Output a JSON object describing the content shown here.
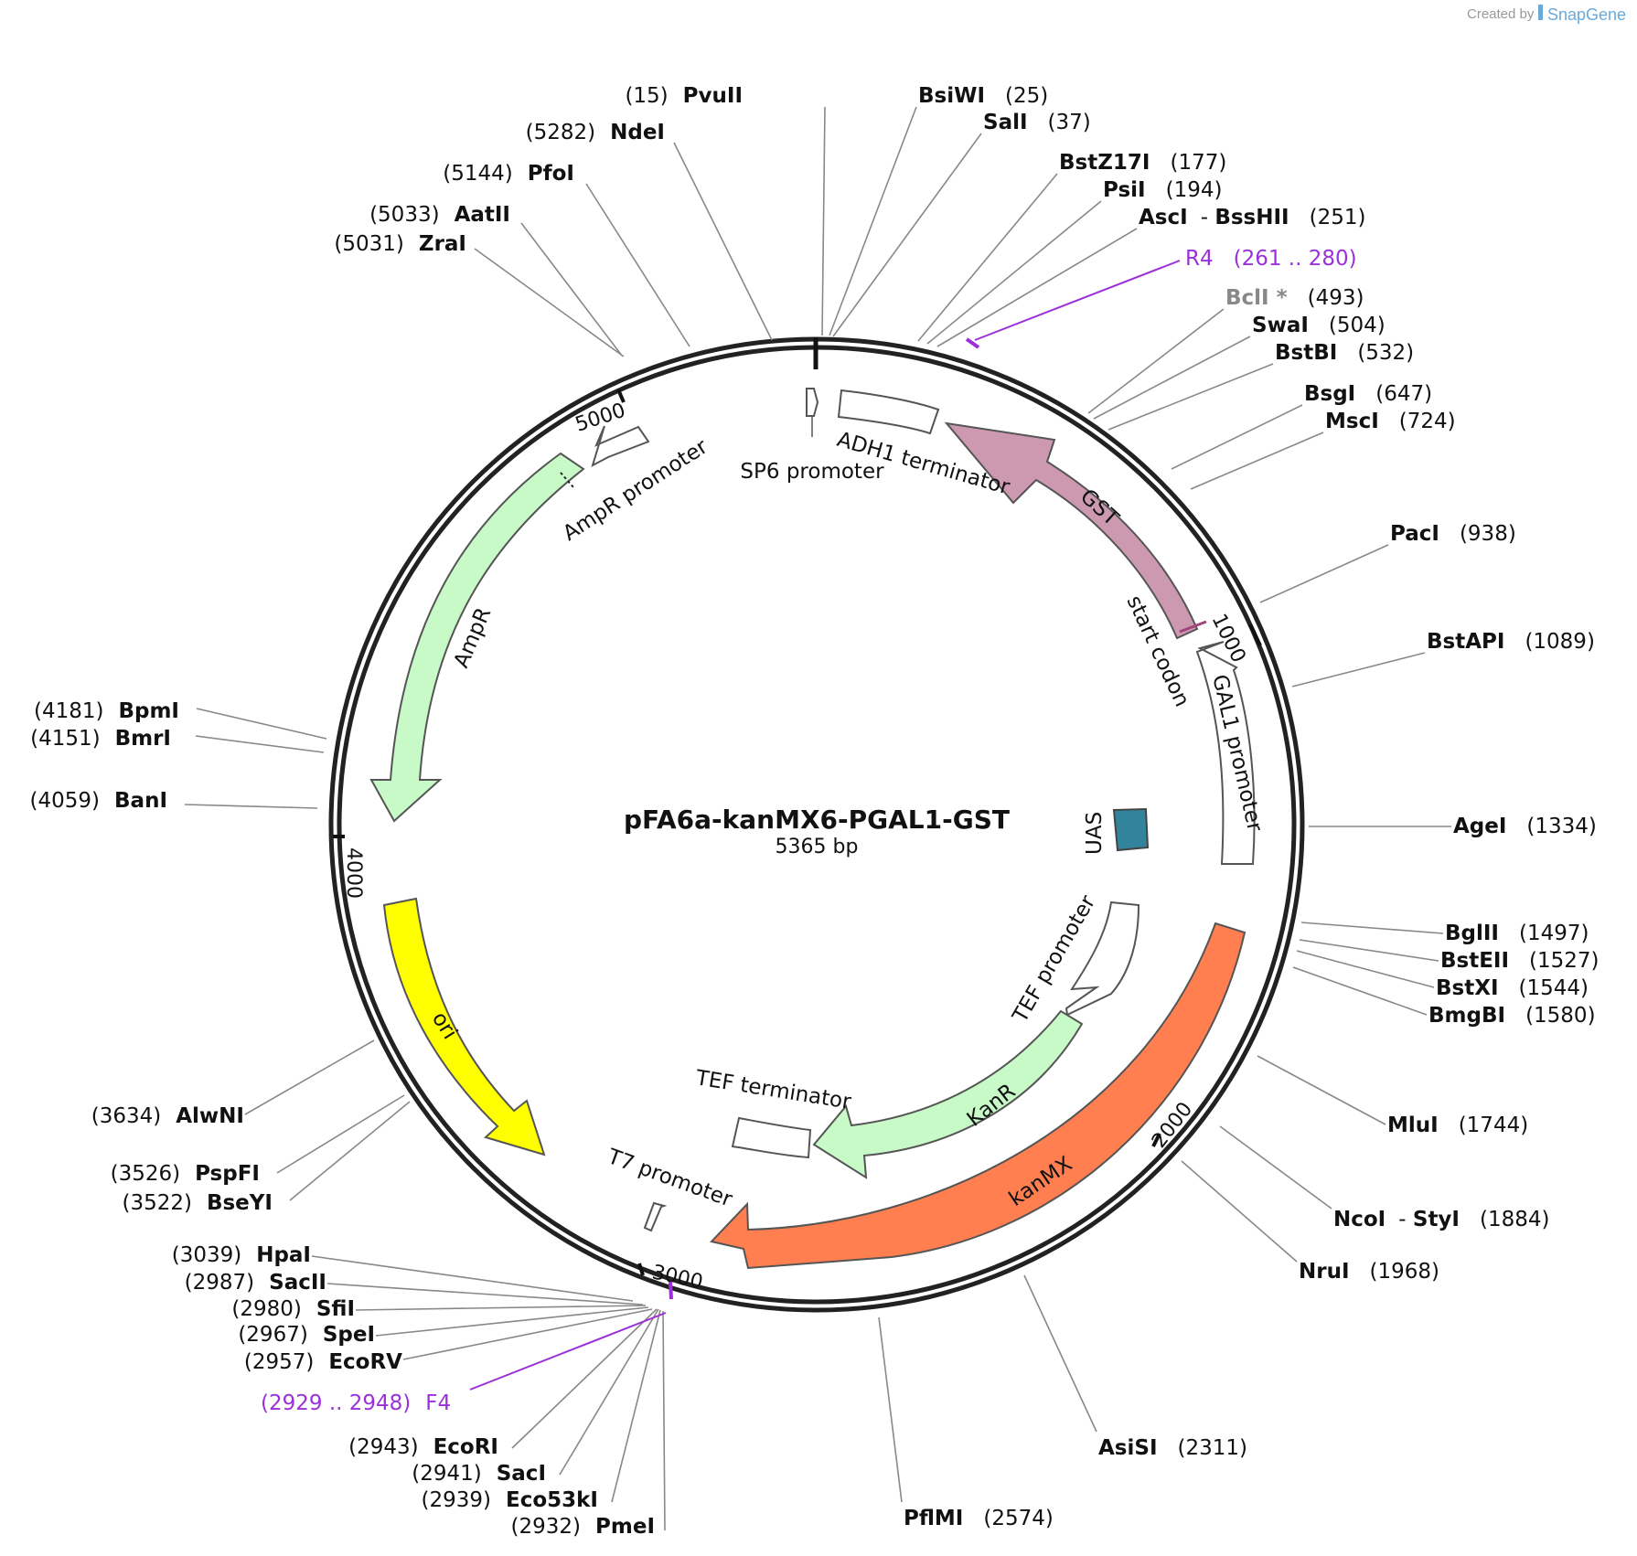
{
  "plasmid": {
    "name": "pFA6a-kanMX6-PGAL1-GST",
    "length_label": "5365 bp"
  },
  "credit": {
    "created_by": "Created by",
    "brand": "SnapGene"
  },
  "ticks": [
    "1000",
    "2000",
    "3000",
    "4000",
    "5000"
  ],
  "enzymes": [
    {
      "name": "PvuII",
      "pos": "(15)"
    },
    {
      "name": "BsiWI",
      "pos": "(25)"
    },
    {
      "name": "SalI",
      "pos": "(37)"
    },
    {
      "name": "BstZ17I",
      "pos": "(177)"
    },
    {
      "name": "PsiI",
      "pos": "(194)"
    },
    {
      "name": "AscI",
      "name2": "BssHII",
      "pos": "(251)"
    },
    {
      "name": "BclI *",
      "pos": "(493)",
      "muted": true
    },
    {
      "name": "SwaI",
      "pos": "(504)"
    },
    {
      "name": "BstBI",
      "pos": "(532)"
    },
    {
      "name": "BsgI",
      "pos": "(647)"
    },
    {
      "name": "MscI",
      "pos": "(724)"
    },
    {
      "name": "PacI",
      "pos": "(938)"
    },
    {
      "name": "BstAPI",
      "pos": "(1089)"
    },
    {
      "name": "AgeI",
      "pos": "(1334)"
    },
    {
      "name": "BglII",
      "pos": "(1497)"
    },
    {
      "name": "BstEII",
      "pos": "(1527)"
    },
    {
      "name": "BstXI",
      "pos": "(1544)"
    },
    {
      "name": "BmgBI",
      "pos": "(1580)"
    },
    {
      "name": "MluI",
      "pos": "(1744)"
    },
    {
      "name": "NcoI",
      "name2": "StyI",
      "pos": "(1884)"
    },
    {
      "name": "NruI",
      "pos": "(1968)"
    },
    {
      "name": "AsiSI",
      "pos": "(2311)"
    },
    {
      "name": "PflMI",
      "pos": "(2574)"
    },
    {
      "name": "PmeI",
      "pos": "(2932)"
    },
    {
      "name": "Eco53kI",
      "pos": "(2939)"
    },
    {
      "name": "SacI",
      "pos": "(2941)"
    },
    {
      "name": "EcoRI",
      "pos": "(2943)"
    },
    {
      "name": "EcoRV",
      "pos": "(2957)"
    },
    {
      "name": "SpeI",
      "pos": "(2967)"
    },
    {
      "name": "SfiI",
      "pos": "(2980)"
    },
    {
      "name": "SacII",
      "pos": "(2987)"
    },
    {
      "name": "HpaI",
      "pos": "(3039)"
    },
    {
      "name": "BseYI",
      "pos": "(3522)"
    },
    {
      "name": "PspFI",
      "pos": "(3526)"
    },
    {
      "name": "AlwNI",
      "pos": "(3634)"
    },
    {
      "name": "BanI",
      "pos": "(4059)"
    },
    {
      "name": "BmrI",
      "pos": "(4151)"
    },
    {
      "name": "BpmI",
      "pos": "(4181)"
    },
    {
      "name": "ZraI",
      "pos": "(5031)"
    },
    {
      "name": "AatII",
      "pos": "(5033)"
    },
    {
      "name": "PfoI",
      "pos": "(5144)"
    },
    {
      "name": "NdeI",
      "pos": "(5282)"
    }
  ],
  "primers": [
    {
      "name": "R4",
      "range": "(261 .. 280)"
    },
    {
      "name": "F4",
      "range": "(2929 .. 2948)"
    }
  ],
  "features": [
    {
      "name": "SP6 promoter",
      "color": "#ffffff"
    },
    {
      "name": "ADH1 terminator",
      "color": "#ffffff"
    },
    {
      "name": "GST",
      "color": "#cc99b1"
    },
    {
      "name": "start codon",
      "color": "#ffffff"
    },
    {
      "name": "GAL1 promoter",
      "color": "#ffffff"
    },
    {
      "name": "UAS",
      "color": "#31849b"
    },
    {
      "name": "TEF promoter",
      "color": "#ffffff"
    },
    {
      "name": "KanR",
      "color": "#c8fac8"
    },
    {
      "name": "kanMX",
      "color": "#ff7f50"
    },
    {
      "name": "TEF terminator",
      "color": "#ffffff"
    },
    {
      "name": "T7 promoter",
      "color": "#ffffff"
    },
    {
      "name": "ori",
      "color": "#ffff00"
    },
    {
      "name": "AmpR",
      "color": "#c8fac8"
    },
    {
      "name": "AmpR promoter",
      "color": "#ffffff"
    }
  ]
}
